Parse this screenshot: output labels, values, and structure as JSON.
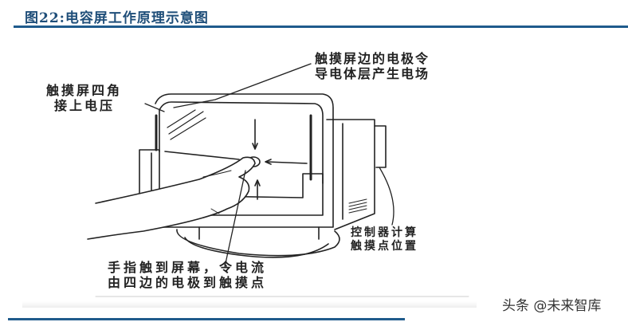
{
  "header": {
    "title": "图22:电容屏工作原理示意图"
  },
  "figure": {
    "description": "capacitive touchscreen working principle diagram: CRT monitor with finger touching screen",
    "labels": {
      "edge_electrodes": [
        "触摸屏边的电极令",
        "导电体层产生电场"
      ],
      "corner_voltage": [
        "触摸屏四角",
        "接上电压"
      ],
      "controller": [
        "控制器计算",
        "触摸点位置"
      ],
      "finger_touch": [
        "手指触到屏幕，令电流",
        "由四边的电极到触摸点"
      ]
    }
  },
  "watermark": {
    "text": "头条 @未来智库"
  },
  "colors": {
    "title": "#1f4e79",
    "rule": "#1f5b8c"
  }
}
